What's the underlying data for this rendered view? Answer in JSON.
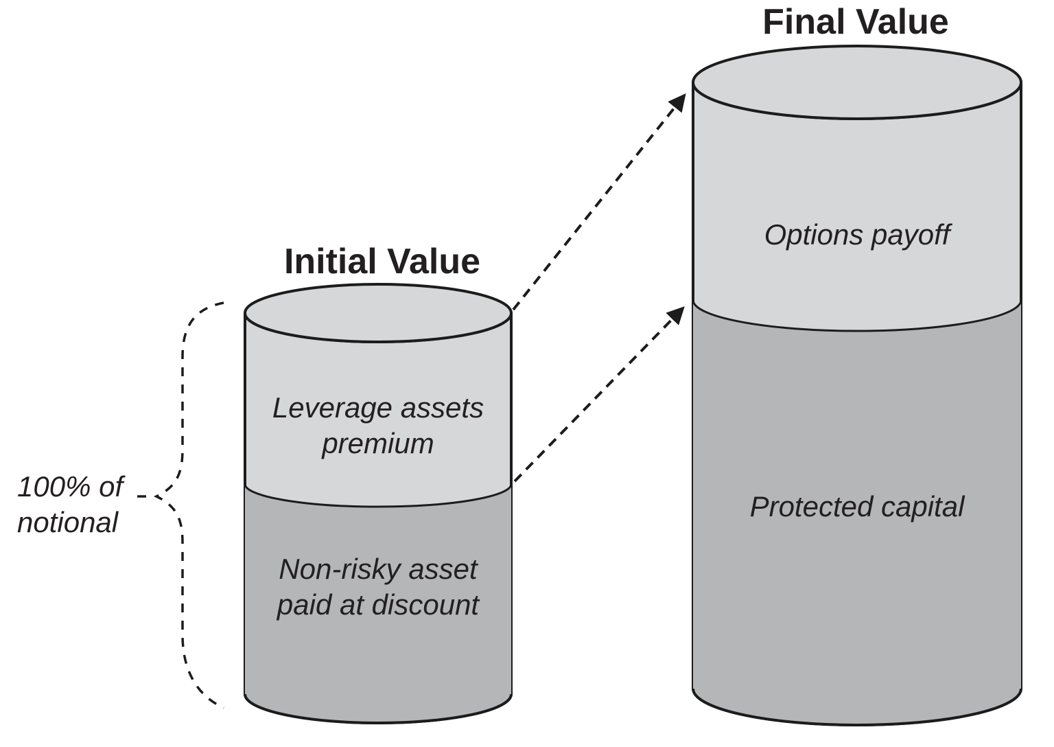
{
  "initial_cylinder": {
    "title": "Initial Value",
    "top_section_label_line1": "Leverage assets",
    "top_section_label_line2": "premium",
    "bottom_section_label_line1": "Non-risky asset",
    "bottom_section_label_line2": "paid at discount"
  },
  "final_cylinder": {
    "title": "Final Value",
    "top_section_label": "Options payoff",
    "bottom_section_label": "Protected capital"
  },
  "annotation": {
    "line1": "100% of",
    "line2": "notional"
  },
  "colors": {
    "light": "#d6d7d8",
    "dark": "#b4b6b8",
    "stroke": "#1c1c1c",
    "text": "#231f20",
    "bg": "#ffffff"
  }
}
